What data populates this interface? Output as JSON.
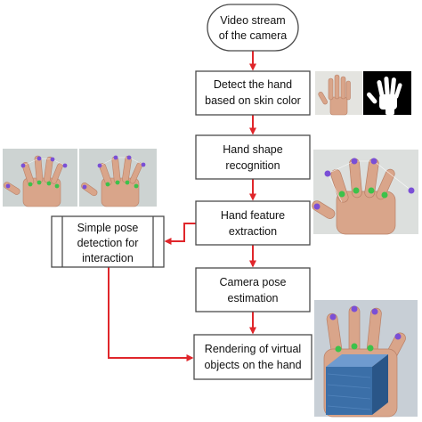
{
  "colors": {
    "arrow": "#e0262b",
    "box_border": "#4a4a4a",
    "skin": "#d9a58a",
    "skin_shadow": "#b98067",
    "marker_green": "#3cc24a",
    "marker_purple": "#7a4fd6",
    "cube_blue": "#3b6fa8"
  },
  "nodes": {
    "video_stream": {
      "lines": [
        "Video stream",
        "of the camera"
      ]
    },
    "detect_hand": {
      "lines": [
        "Detect the hand",
        "based on skin color"
      ]
    },
    "shape_recognition": {
      "lines": [
        "Hand shape",
        "recognition"
      ]
    },
    "feature_extraction": {
      "lines": [
        "Hand feature",
        "extraction"
      ]
    },
    "pose_estimation": {
      "lines": [
        "Camera pose",
        "estimation"
      ]
    },
    "rendering": {
      "lines": [
        "Rendering of virtual",
        "objects on the hand"
      ]
    },
    "simple_pose": {
      "lines": [
        "Simple pose",
        "detection for",
        "interaction"
      ]
    }
  },
  "images": [
    {
      "name": "skin-color-hand-photo",
      "icon": "hand-photo"
    },
    {
      "name": "skin-mask-binary-image",
      "icon": "hand-silhouette"
    },
    {
      "name": "fingertip-detection-photo-1",
      "icon": "hand-markers"
    },
    {
      "name": "fingertip-detection-photo-2",
      "icon": "hand-markers"
    },
    {
      "name": "hand-shape-markers-photo",
      "icon": "hand-markers"
    },
    {
      "name": "ar-cube-on-hand-photo",
      "icon": "hand-cube"
    }
  ]
}
